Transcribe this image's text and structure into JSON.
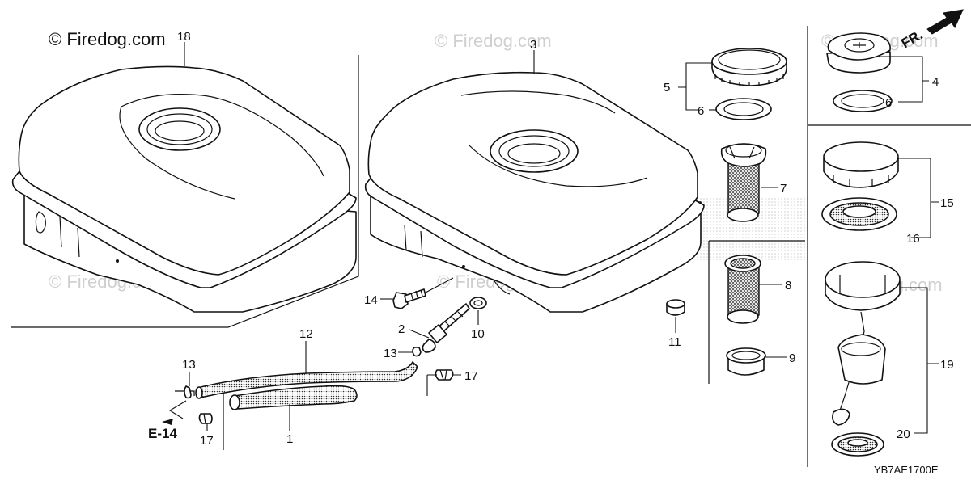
{
  "copyright": "© Firedog.com",
  "watermark": "© Firedog.com",
  "diagram_code": "YB7AE1700E",
  "front_indicator": "FR.",
  "ref_label": "E-14",
  "callouts": {
    "c1": "1",
    "c2": "2",
    "c3": "3",
    "c4": "4",
    "c5": "5",
    "c6a": "6",
    "c6b": "6",
    "c7": "7",
    "c8": "8",
    "c9": "9",
    "c10": "10",
    "c11": "11",
    "c12": "12",
    "c13a": "13",
    "c13b": "13",
    "c14": "14",
    "c15": "15",
    "c16": "16",
    "c17a": "17",
    "c17b": "17",
    "c18": "18",
    "c19": "19",
    "c20": "20"
  }
}
